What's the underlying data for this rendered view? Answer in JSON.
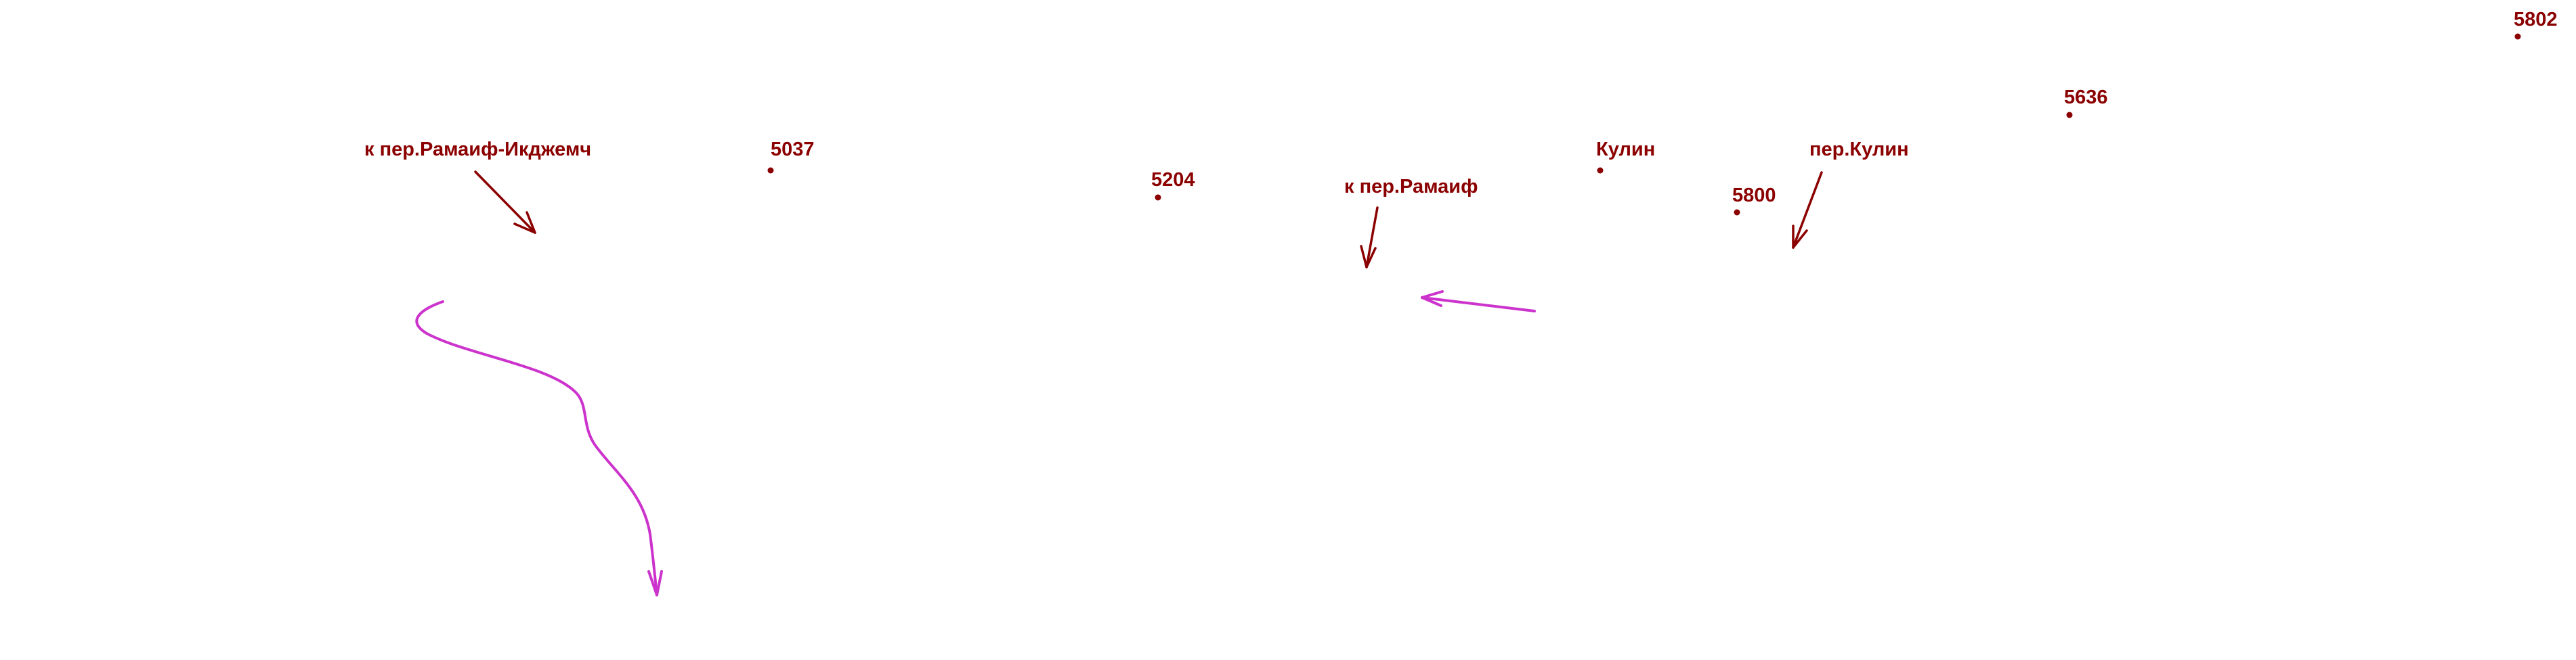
{
  "colors": {
    "label": "#8b0000",
    "route": "#cc33cc"
  },
  "peaks": {
    "p5037": "5037",
    "p5204": "5204",
    "p5636": "5636",
    "p5800": "5800",
    "p5802": "5802"
  },
  "places": {
    "kulin": "Кулин"
  },
  "passes": {
    "ramaif_ikdzhemch": "к пер.Рамаиф-Икджемч",
    "ramaif": "к пер.Рамаиф",
    "kulin": "пер.Кулин"
  },
  "icons": {
    "spot": "spot-height-dot-icon",
    "pointer": "pointer-arrow-icon",
    "route": "route-arrow-icon"
  }
}
